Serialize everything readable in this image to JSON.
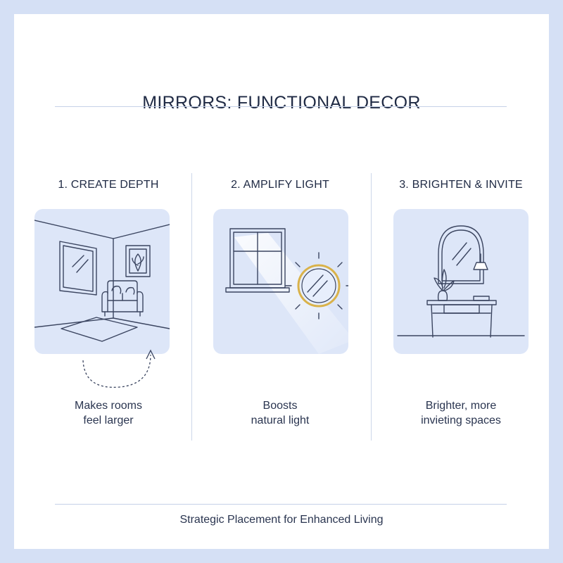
{
  "header": {
    "title": "MIRRORS: FUNCTIONAL DECOR"
  },
  "columns": [
    {
      "heading": "1. CREATE DEPTH",
      "caption": "Makes rooms\nfeel larger",
      "icon": "room-illustration-icon"
    },
    {
      "heading": "2. AMPLIFY LIGHT",
      "caption": "Boosts\nnatural light",
      "icon": "window-mirror-illustration-icon"
    },
    {
      "heading": "3. BRIGHTEN & INVITE",
      "caption": "Brighter, more\ninvieting spaces",
      "icon": "console-mirror-illustration-icon"
    }
  ],
  "footer": {
    "text": "Strategic Placement for Enhanced Living"
  },
  "colors": {
    "background": "#d5e0f5",
    "card": "#ffffff",
    "tile": "#dde6f8",
    "line": "#3b4560",
    "accent": "#d9b24a"
  }
}
